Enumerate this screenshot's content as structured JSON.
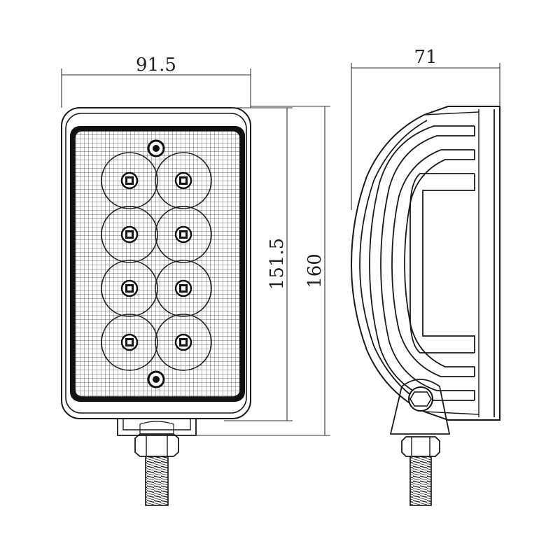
{
  "dimensions": {
    "width": "91.5",
    "depth": "71",
    "lens_height": "151.5",
    "total_height": "160"
  },
  "colors": {
    "line": "#1a1a1a",
    "fill_dark": "#111111",
    "background": "#ffffff"
  }
}
